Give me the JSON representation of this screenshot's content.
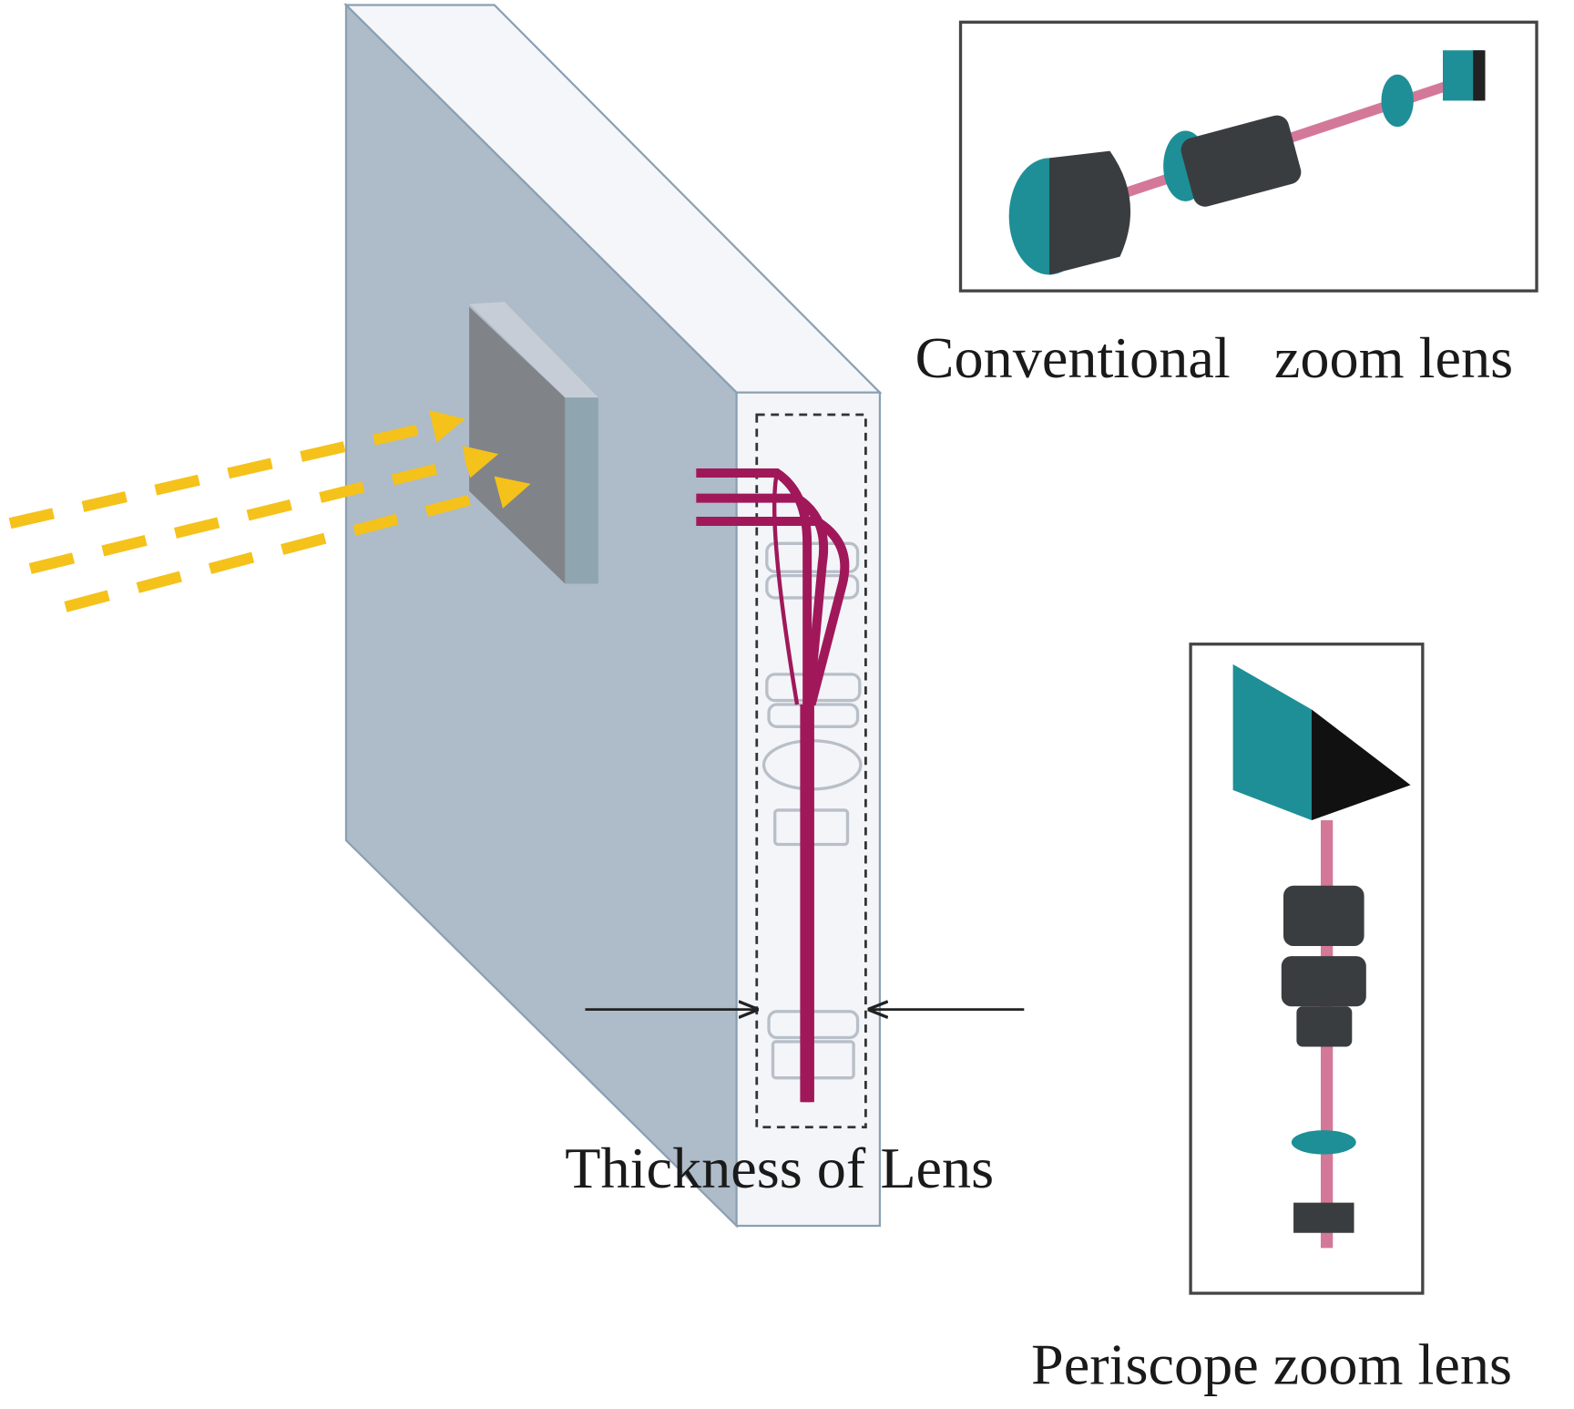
{
  "labels": {
    "thickness": "Thickness of Lens",
    "conventional": "Conventional   zoom lens",
    "periscope": "Periscope zoom lens"
  },
  "colors": {
    "slab_front": "#aebbc9",
    "slab_side": "#f3f5f8",
    "sensor": "#808488",
    "sensor_edge": "#8fa5b0",
    "light_rays": "#f4c21a",
    "beam": "#a0185a",
    "lens_teal": "#1e8f96",
    "lens_dark": "#3a3d40"
  }
}
